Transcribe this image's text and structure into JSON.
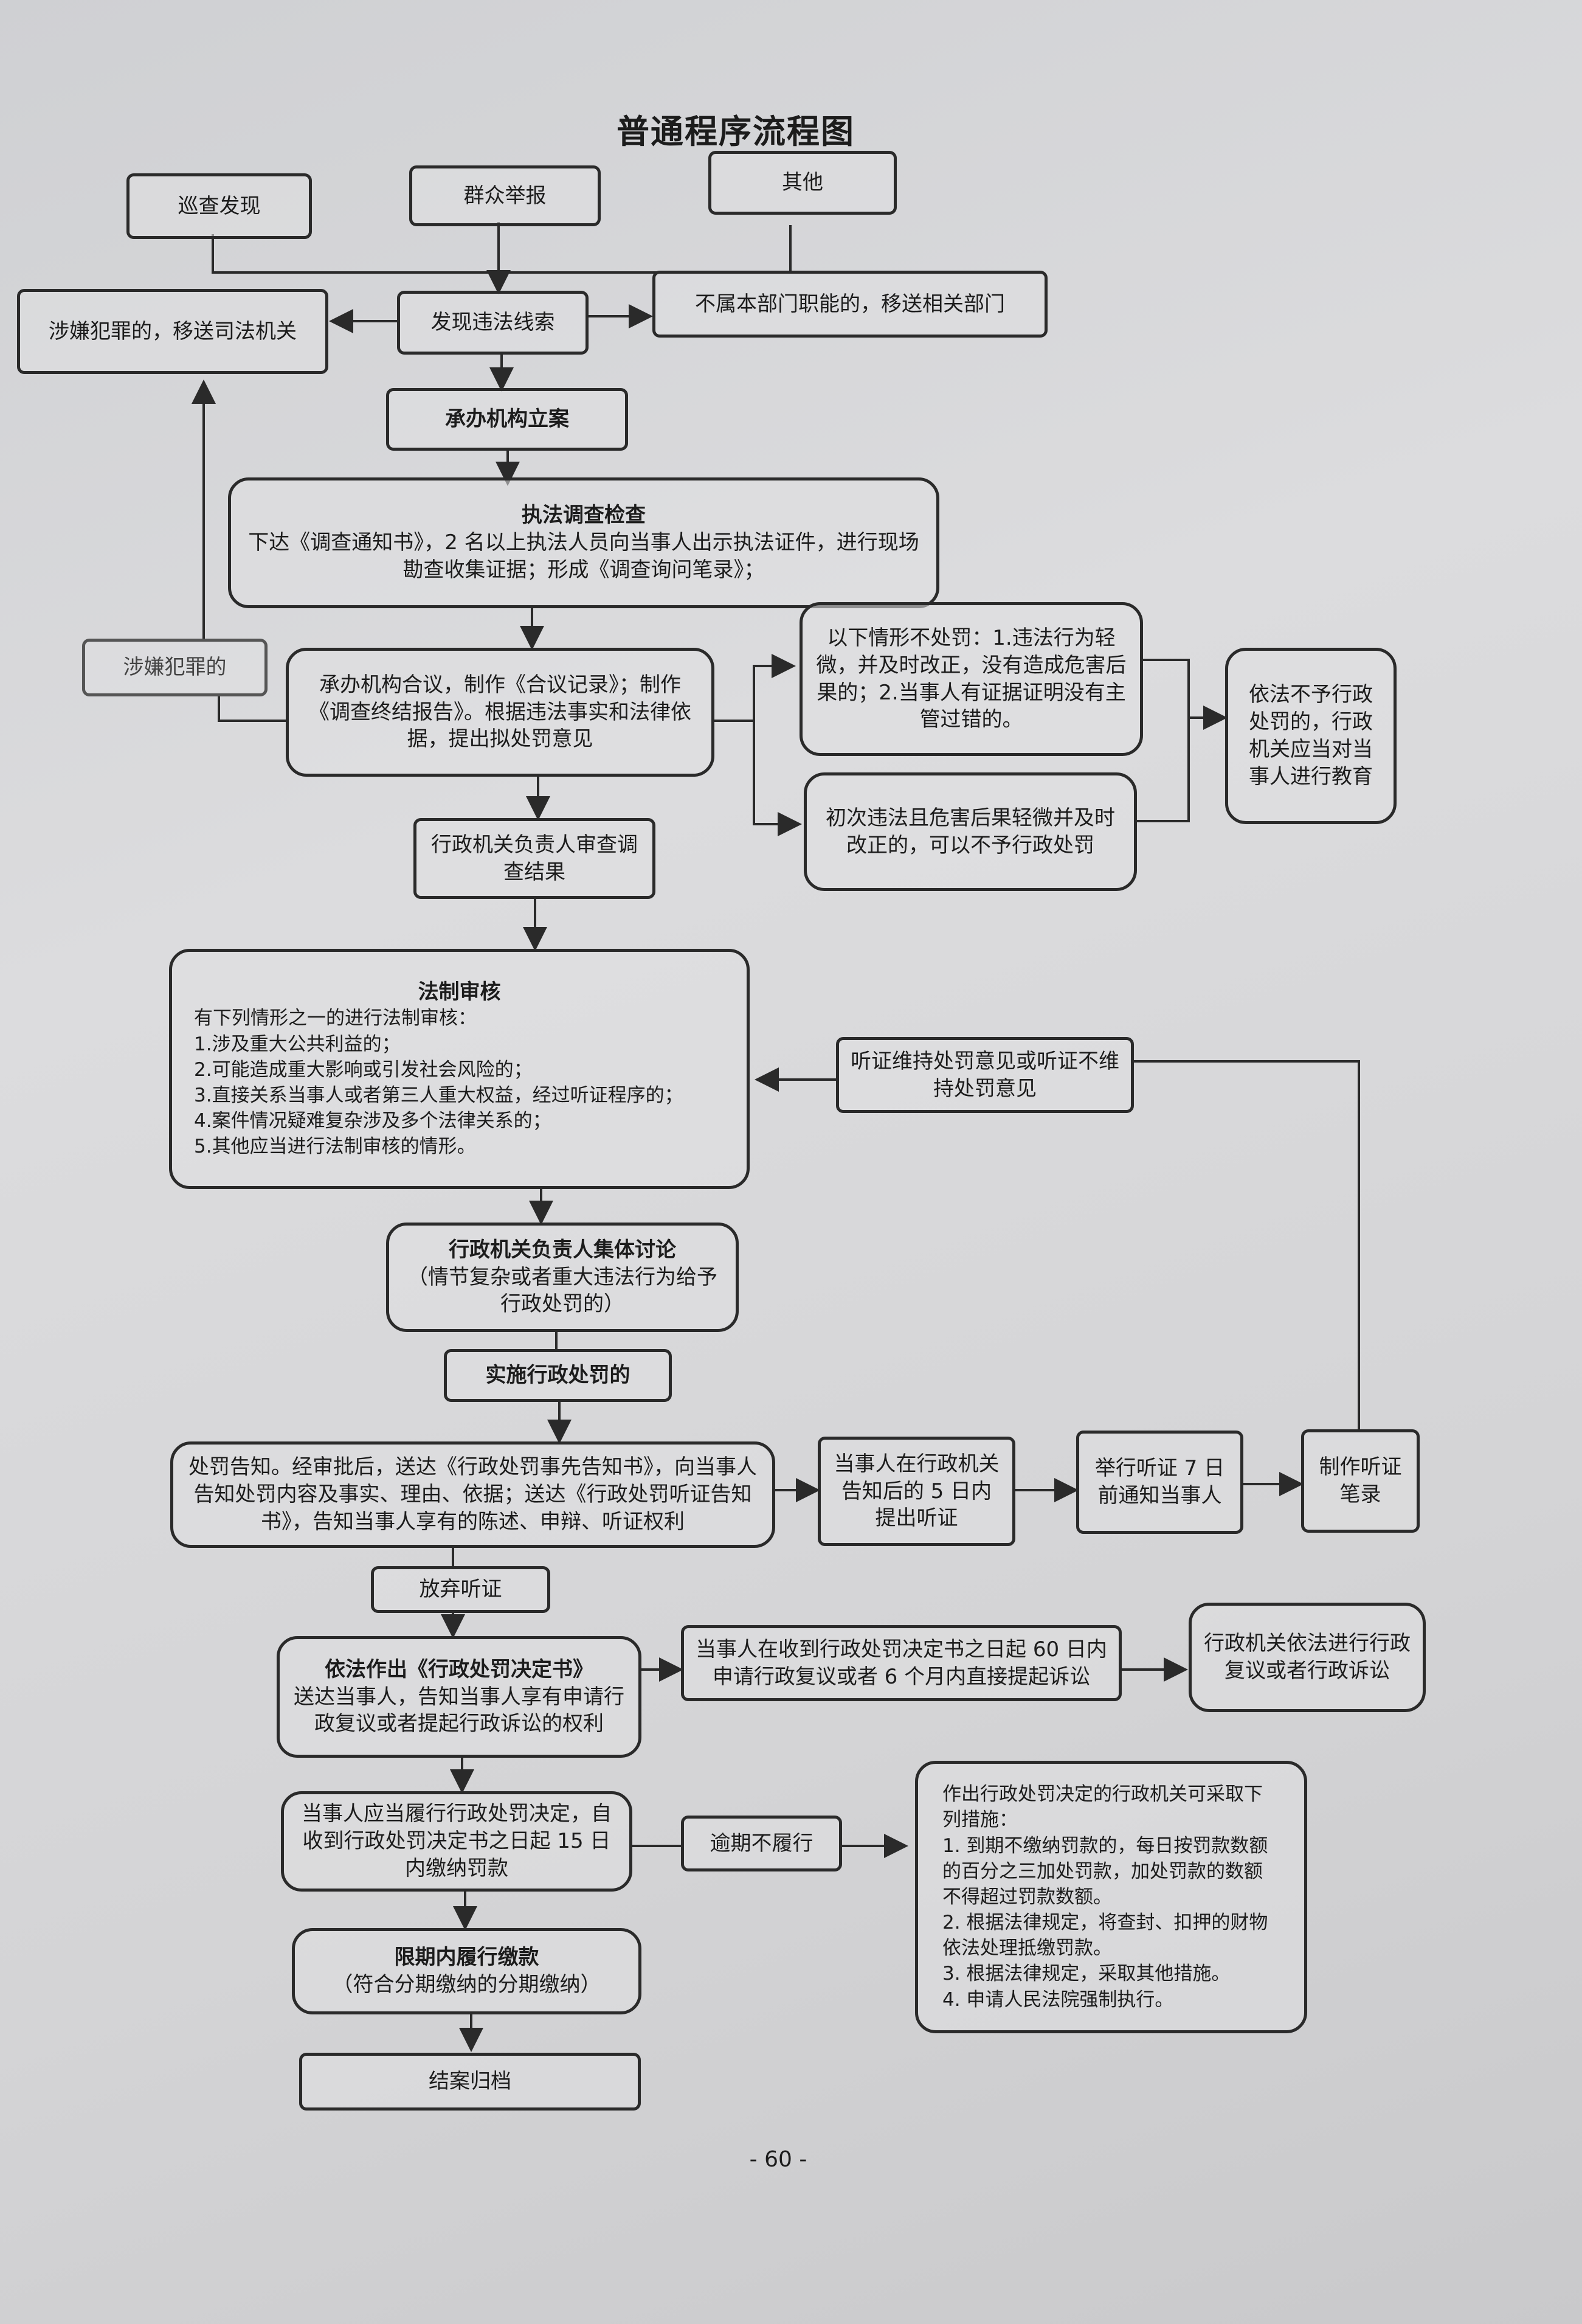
{
  "title": "普通程序流程图",
  "page_number": "- 60 -",
  "nodes": {
    "patrol": "巡查发现",
    "report": "群众举报",
    "other": "其他",
    "discover": "发现违法线索",
    "crime_transfer": "涉嫌犯罪的，移送司法机关",
    "not_dept": "不属本部门职能的，移送相关部门",
    "file_case": "承办机构立案",
    "investigate_title": "执法调查检查",
    "investigate_body": "下达《调查通知书》，2 名以上执法人员向当事人出示执法证件，进行现场勘查收集证据；形成《调查询问笔录》；",
    "crime_side": "涉嫌犯罪的",
    "meeting": "承办机构合议，制作《合议记录》；制作《调查终结报告》。根据违法事实和法律依据，提出拟处罚意见",
    "no_penalty_1": "以下情形不处罚：1.违法行为轻微，并及时改正，没有造成危害后果的；2.当事人有证据证明没有主管过错的。",
    "no_penalty_2": "初次违法且危害后果轻微并及时改正的，可以不予行政处罚",
    "educate": "依法不予行政处罚的，行政机关应当对当事人进行教育",
    "review_result": "行政机关负责人审查调查结果",
    "legal_review_title": "法制审核",
    "legal_review_intro": "有下列情形之一的进行法制审核：",
    "legal_review_items": [
      "1.涉及重大公共利益的；",
      "2.可能造成重大影响或引发社会风险的；",
      "3.直接关系当事人或者第三人重大权益，经过听证程序的；",
      "4.案件情况疑难复杂涉及多个法律关系的；",
      "5.其他应当进行法制审核的情形。"
    ],
    "hearing_opinion": "听证维持处罚意见或听证不维持处罚意见",
    "collective_title": "行政机关负责人集体讨论",
    "collective_body": "（情节复杂或者重大违法行为给予行政处罚的）",
    "implement": "实施行政处罚的",
    "notice": "处罚告知。经审批后，送达《行政处罚事先告知书》，向当事人告知处罚内容及事实、理由、依据；送达《行政处罚听证告知书》，告知当事人享有的陈述、申辩、听证权利",
    "request_hearing": "当事人在行政机关告知后的 5 日内提出听证",
    "notify_hearing": "举行听证 7 日前通知当事人",
    "hearing_record": "制作听证笔录",
    "waive_hearing": "放弃听证",
    "decision_title": "依法作出《行政处罚决定书》",
    "decision_body": "送达当事人，告知当事人享有申请行政复议或者提起行政诉讼的权利",
    "appeal_window": "当事人在收到行政处罚决定书之日起 60 日内申请行政复议或者 6 个月内直接提起诉讼",
    "appeal_result": "行政机关依法进行行政复议或者行政诉讼",
    "pay": "当事人应当履行行政处罚决定，自收到行政处罚决定书之日起 15 日内缴纳罚款",
    "overdue": "逾期不履行",
    "measures_intro": "作出行政处罚决定的行政机关可采取下列措施：",
    "measures_items": [
      "1. 到期不缴纳罚款的，每日按罚款数额的百分之三加处罚款，加处罚款的数额不得超过罚款数额。",
      "2. 根据法律规定，将查封、扣押的财物依法处理抵缴罚款。",
      "3. 根据法律规定，采取其他措施。",
      "4. 申请人民法院强制执行。"
    ],
    "installment_title": "限期内履行缴款",
    "installment_body": "（符合分期缴纳的分期缴纳）",
    "archive": "结案归档"
  },
  "colors": {
    "line": "#2a2a2a",
    "paper": "#d8d8da"
  }
}
